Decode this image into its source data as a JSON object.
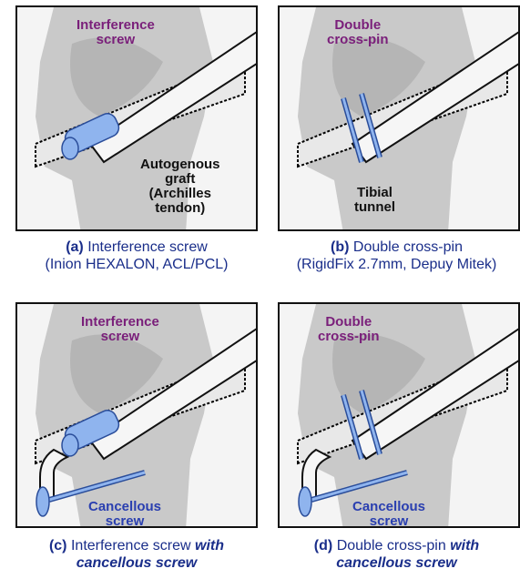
{
  "panels": {
    "a": {
      "implant_label_1": "Interference",
      "implant_label_2": "screw",
      "graft_label_1": "Autogenous",
      "graft_label_2": "graft",
      "graft_label_3": "(Archilles",
      "graft_label_4": "tendon)",
      "caption_tag": "(a)",
      "caption_line1": "Interference screw",
      "caption_line2": "(Inion HEXALON, ACL/PCL)"
    },
    "b": {
      "implant_label_1": "Double",
      "implant_label_2": "cross-pin",
      "tunnel_label_1": "Tibial",
      "tunnel_label_2": "tunnel",
      "caption_tag": "(b)",
      "caption_line1": "Double cross-pin",
      "caption_line2": "(RigidFix 2.7mm, Depuy Mitek)"
    },
    "c": {
      "implant_label_1": "Interference",
      "implant_label_2": "screw",
      "cancellous_label_1": "Cancellous",
      "cancellous_label_2": "screw",
      "caption_tag": "(c)",
      "caption_line1": "Interference screw",
      "caption_with": "with",
      "caption_line2": "cancellous screw"
    },
    "d": {
      "implant_label_1": "Double",
      "implant_label_2": "cross-pin",
      "cancellous_label_1": "Cancellous",
      "cancellous_label_2": "screw",
      "caption_tag": "(d)",
      "caption_line1": "Double cross-pin",
      "caption_with": "with",
      "caption_line2": "cancellous screw"
    }
  },
  "colors": {
    "implant_label": "#7a1f7a",
    "cancellous_label": "#2a3fb0",
    "caption": "#1a2e8a",
    "screw_blue": "#7fa8e8"
  }
}
